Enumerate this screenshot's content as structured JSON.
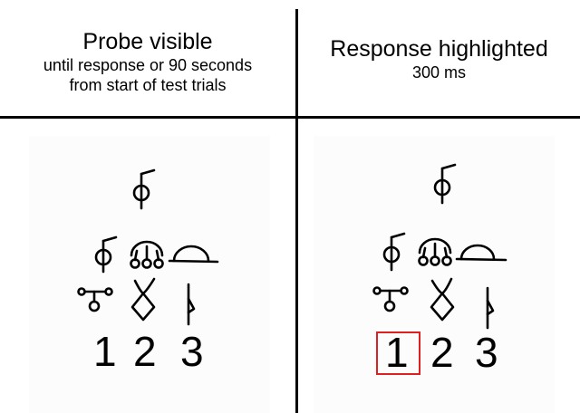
{
  "left_panel": {
    "title": "Probe visible",
    "subtitle_line1": "until response or 90 seconds",
    "subtitle_line2": "from start of test trials"
  },
  "right_panel": {
    "title": "Response highlighted",
    "subtitle": "300 ms"
  },
  "choices": [
    "1",
    "2",
    "3"
  ],
  "highlighted_choice": "1",
  "colors": {
    "highlight": "#e02020",
    "ink": "#000000"
  },
  "icons": [
    "probe-glyph-phi-icon",
    "option-glyph-phi-icon",
    "option-glyph-tripod-icon",
    "option-glyph-dome-icon",
    "option-glyph-lollipop-icon",
    "option-glyph-diamond-icon",
    "option-glyph-flag-icon"
  ]
}
